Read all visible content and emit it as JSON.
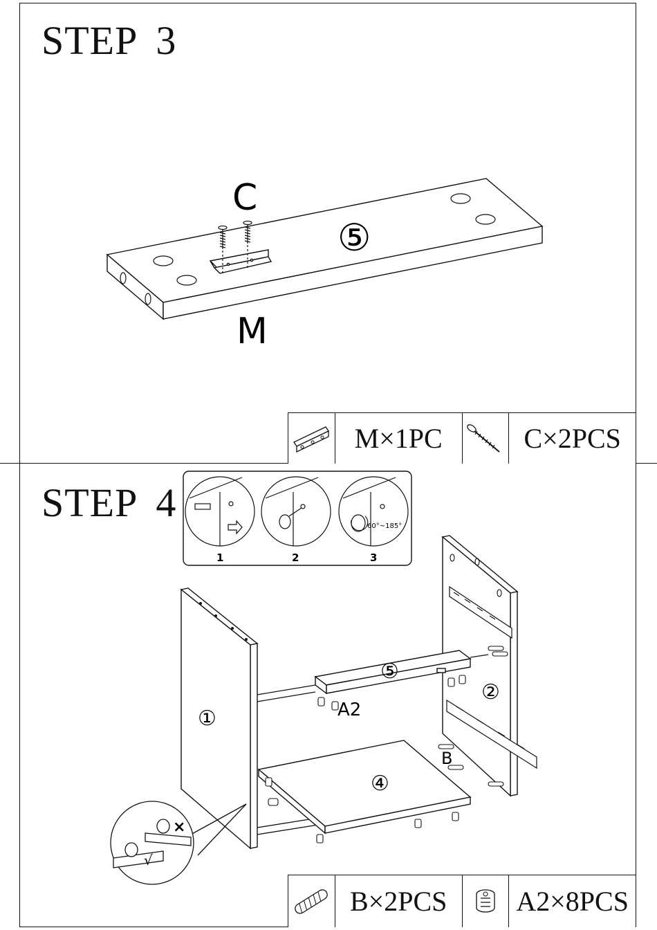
{
  "step3": {
    "title_word": "STEP",
    "title_number": "3",
    "label_c": "C",
    "label_m": "M",
    "panel_number": "⑤",
    "parts": [
      {
        "icon": "bracket-icon",
        "quantity": "M×1PC"
      },
      {
        "icon": "screw-icon",
        "quantity": "C×2PCS"
      }
    ]
  },
  "step4": {
    "title_word": "STEP",
    "title_number": "4",
    "inset_steps": [
      "1",
      "2",
      "3"
    ],
    "angle_note": "60°~185°",
    "panel_numbers": {
      "side_left": "①",
      "side_right": "②",
      "top_shelf": "⑤",
      "bottom_shelf": "④"
    },
    "label_a2": "A2",
    "label_b": "B",
    "wrong_mark": "×",
    "right_mark": "√",
    "parts": [
      {
        "icon": "dowel-icon",
        "quantity": "B×2PCS"
      },
      {
        "icon": "cam-lock-icon",
        "quantity": "A2×8PCS"
      }
    ]
  }
}
